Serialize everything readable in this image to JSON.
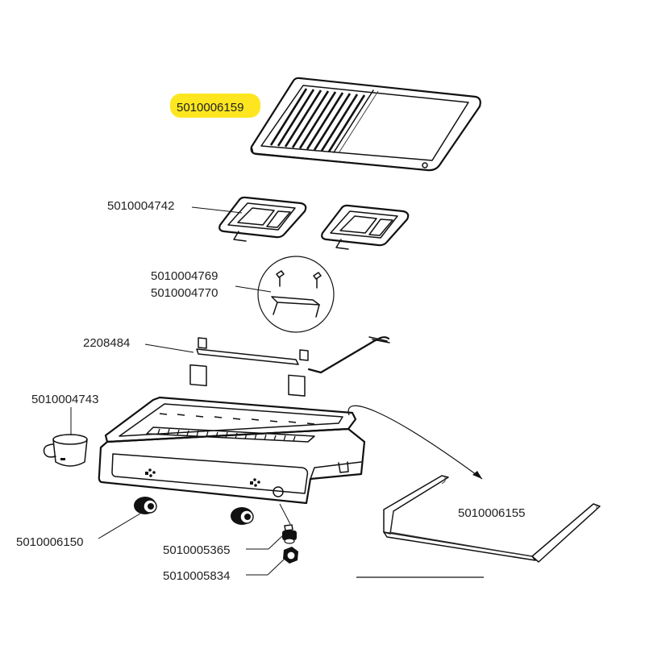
{
  "highlight_color": "#fde61f",
  "labels": {
    "griddle_plate": "5010006159",
    "burner_cover": "5010004742",
    "bracket_part_a": "5010004769",
    "bracket_part_b": "5010004770",
    "burner_tube": "2208484",
    "grease_cup": "5010004743",
    "control_knob": "5010006150",
    "igniter_button": "5010005365",
    "igniter_nut": "5010005834",
    "support_frame": "5010006155"
  }
}
